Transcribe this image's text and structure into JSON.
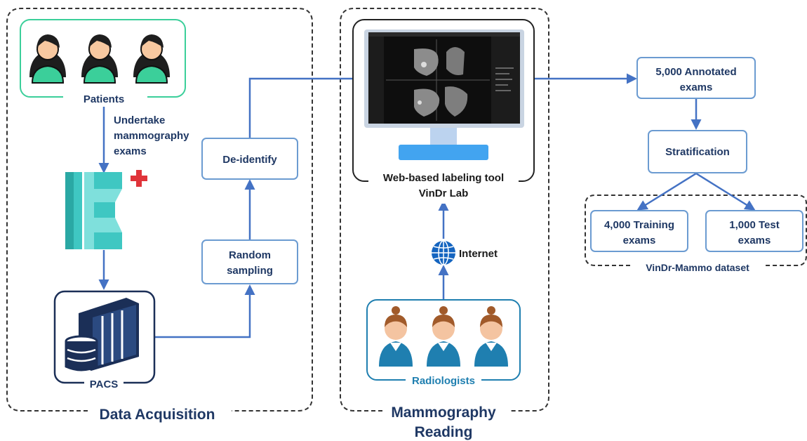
{
  "sections": {
    "data_acquisition": "Data Acquisition",
    "mammography_reading_line1": "Mammography",
    "mammography_reading_line2": "Reading",
    "dataset": "VinDr-Mammo dataset"
  },
  "nodes": {
    "patients": "Patients",
    "undertake_line1": "Undertake",
    "undertake_line2": "mammography",
    "undertake_line3": "exams",
    "pacs": "PACS",
    "random_sampling_line1": "Random",
    "random_sampling_line2": "sampling",
    "deidentify": "De-identify",
    "tool_line1": "Web-based labeling tool",
    "tool_line2": "VinDr Lab",
    "internet": "Internet",
    "radiologists": "Radiologists",
    "annotated_line1": "5,000 Annotated",
    "annotated_line2": "exams",
    "stratification": "Stratification",
    "training_line1": "4,000 Training",
    "training_line2": "exams",
    "test_line1": "1,000 Test",
    "test_line2": "exams"
  },
  "colors": {
    "arrow": "#4472c4",
    "box_border": "#6b9bd1",
    "navy_text": "#1f3864",
    "patient_teal": "#3bcf9a",
    "radiologist_blue": "#1f7fb0",
    "pacs_navy": "#1b2f57",
    "ehr_teal": "#3fc7c2",
    "ehr_red": "#e0343a"
  }
}
